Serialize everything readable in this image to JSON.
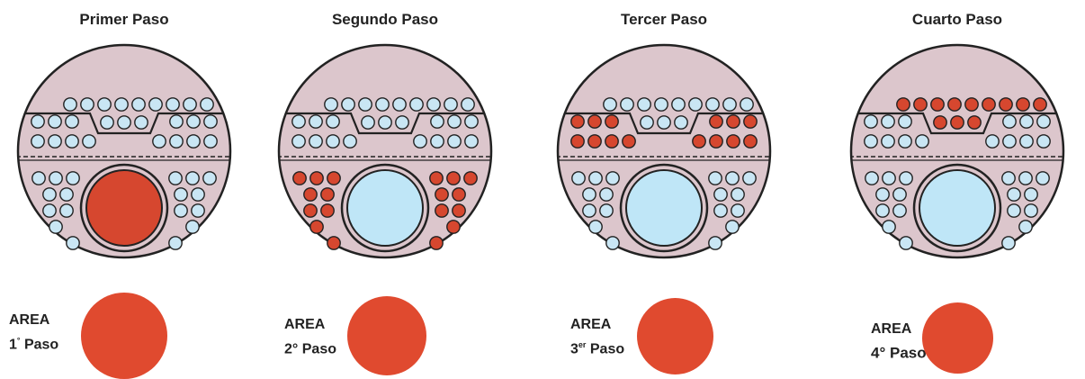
{
  "colors": {
    "shell": "#dcc6cc",
    "outline": "#222222",
    "tube_idle": "#c9e6f4",
    "tube_active": "#d6472f",
    "furnace_active": "#d6472f",
    "furnace_idle": "#bfe6f7",
    "area": "#e04a2f"
  },
  "panels": [
    {
      "title": "Primer Paso",
      "active_group": "furnace",
      "area_label_line1": "AREA",
      "area_label_num": "1",
      "area_label_sup": "°",
      "area_label_rest": " Paso",
      "area_relative_size": 1.0
    },
    {
      "title": "Segundo Paso",
      "active_group": "side-tubes",
      "area_label_line1": "AREA",
      "area_label_num": "2",
      "area_label_sup": "",
      "area_label_rest": "° Paso",
      "area_relative_size": 0.84
    },
    {
      "title": "Tercer Paso",
      "active_group": "middle-tubes",
      "area_label_line1": "AREA",
      "area_label_num": "3",
      "area_label_sup": "er",
      "area_label_rest": " Paso",
      "area_relative_size": 0.78
    },
    {
      "title": "Cuarto Paso",
      "active_group": "top-tubes",
      "area_label_line1": "AREA",
      "area_label_num": "4",
      "area_label_sup": "",
      "area_label_rest": "° Paso",
      "area_relative_size": 0.67
    }
  ]
}
